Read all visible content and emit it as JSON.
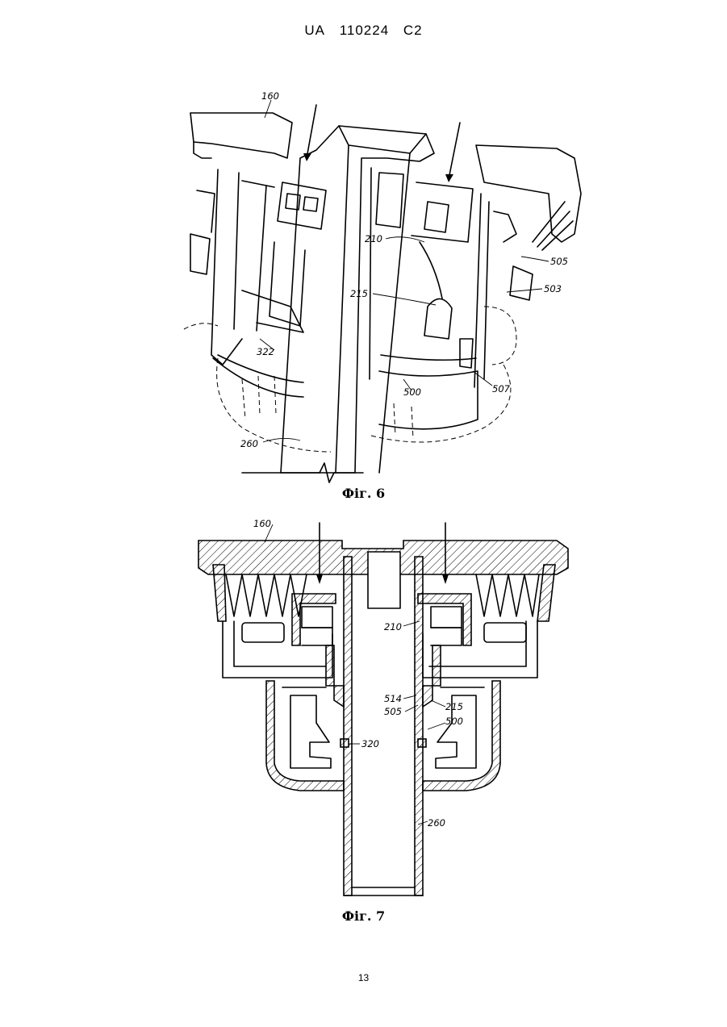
{
  "header": {
    "country": "UA",
    "number": "110224",
    "kind": "C2"
  },
  "figure6": {
    "caption": "Фіг. 6",
    "labels": [
      "160",
      "210",
      "215",
      "505",
      "503",
      "322",
      "500",
      "507",
      "260"
    ]
  },
  "figure7": {
    "caption": "Фіг. 7",
    "labels": [
      "160",
      "210",
      "514",
      "505",
      "215",
      "500",
      "320",
      "260"
    ]
  },
  "page_number": "13"
}
